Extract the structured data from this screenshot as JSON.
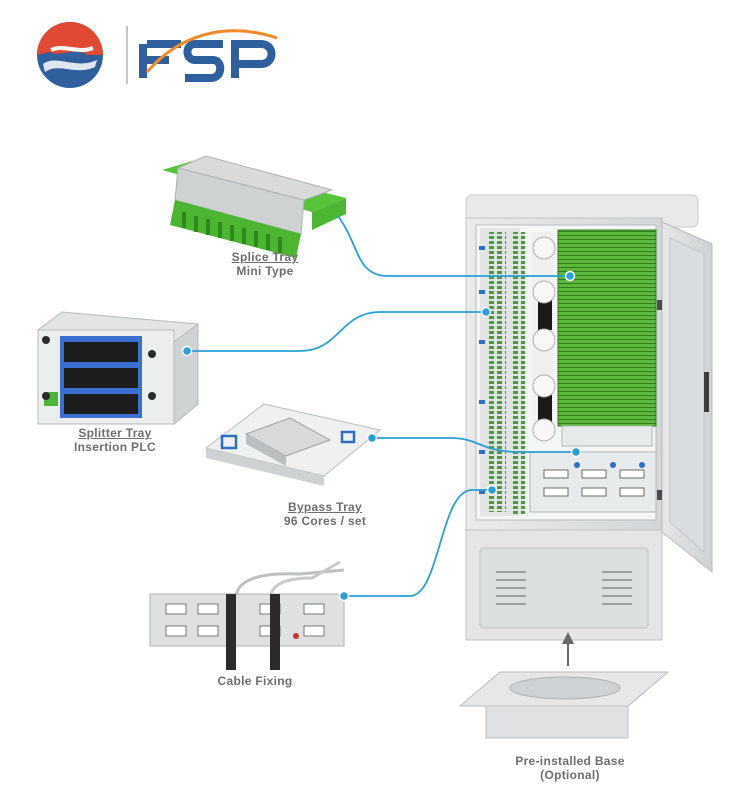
{
  "brand": {
    "logo_text": "FSP",
    "colors": {
      "red": "#e04a32",
      "blue": "#2f5f9c",
      "orange": "#f28a2b",
      "line": "#2a9fd6",
      "green": "#4caf2f"
    }
  },
  "components": [
    {
      "id": "splice",
      "line1": "Splice Tray",
      "line2": "Mini Type"
    },
    {
      "id": "splitter",
      "line1": "Splitter Tray",
      "line2": "Insertion PLC"
    },
    {
      "id": "bypass",
      "line1": "Bypass Tray",
      "line2": "96 Cores / set"
    },
    {
      "id": "cable",
      "line1": "",
      "line2": "Cable Fixing"
    },
    {
      "id": "base",
      "line1": "",
      "line2": "Pre-installed Base",
      "line3": "(Optional)"
    }
  ]
}
